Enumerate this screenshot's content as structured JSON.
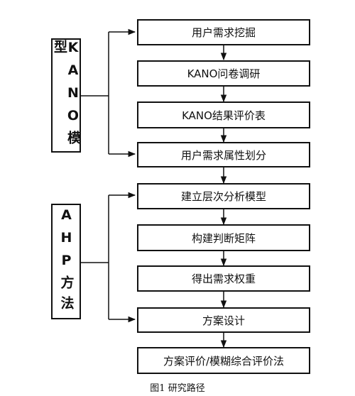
{
  "groups": [
    {
      "label": "KANO模型"
    },
    {
      "label": "AHP方法"
    }
  ],
  "steps": [
    "用户需求挖掘",
    "KANO问卷调研",
    "KANO结果评价表",
    "用户需求属性划分",
    "建立层次分析模型",
    "构建判断矩阵",
    "得出需求权重",
    "方案设计",
    "方案评价/模糊综合评价法"
  ],
  "caption": "图1  研究路径"
}
